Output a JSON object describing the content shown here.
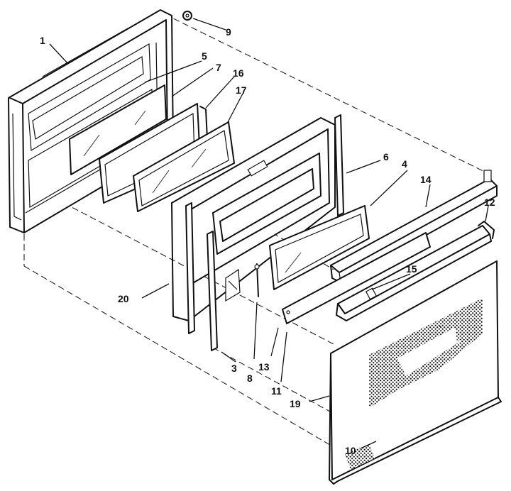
{
  "callouts": [
    {
      "id": "1",
      "text": "1"
    },
    {
      "id": "3",
      "text": "3"
    },
    {
      "id": "4",
      "text": "4"
    },
    {
      "id": "5",
      "text": "5"
    },
    {
      "id": "6",
      "text": "6"
    },
    {
      "id": "7",
      "text": "7"
    },
    {
      "id": "8",
      "text": "8"
    },
    {
      "id": "9",
      "text": "9"
    },
    {
      "id": "10",
      "text": "10"
    },
    {
      "id": "11",
      "text": "11"
    },
    {
      "id": "12",
      "text": "12"
    },
    {
      "id": "13",
      "text": "13"
    },
    {
      "id": "14",
      "text": "14"
    },
    {
      "id": "15",
      "text": "15"
    },
    {
      "id": "16",
      "text": "16"
    },
    {
      "id": "17",
      "text": "17"
    },
    {
      "id": "19",
      "text": "19"
    },
    {
      "id": "20",
      "text": "20"
    }
  ]
}
